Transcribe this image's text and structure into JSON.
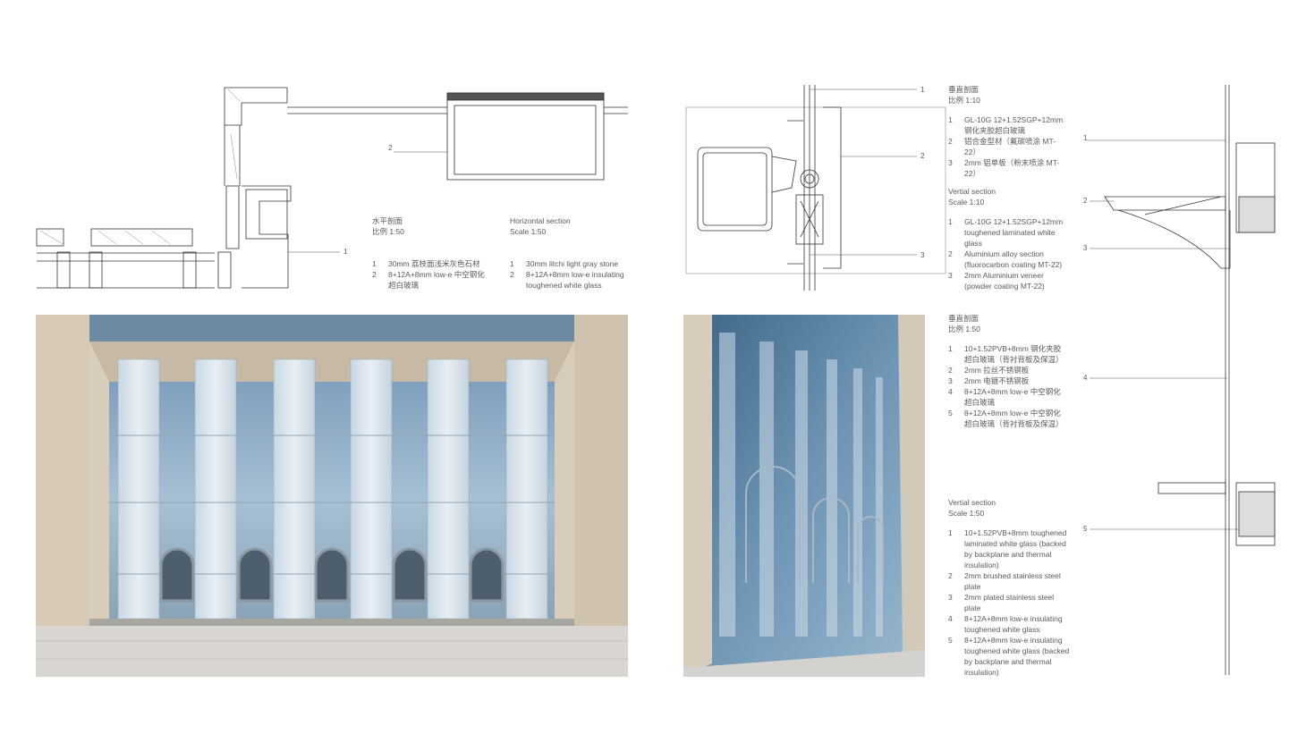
{
  "horizontal": {
    "cn_title": "水平剖面",
    "cn_scale": "比例 1:50",
    "en_title": "Horizontal section",
    "en_scale": "Scale 1:50",
    "cn_items": [
      {
        "n": "1",
        "t": "30mm 荔枝面浅米灰色石材"
      },
      {
        "n": "2",
        "t": "8+12A+8mm low-e 中空钢化\n超白玻璃"
      }
    ],
    "en_items": [
      {
        "n": "1",
        "t": "30mm litchi light gray stone"
      },
      {
        "n": "2",
        "t": "8+12A+8mm low-e insulating\ntoughened white glass"
      }
    ],
    "callouts": [
      "2",
      "1"
    ]
  },
  "vertical_small": {
    "cn_title": "垂直剖面",
    "cn_scale": "比例 1:10",
    "cn_items": [
      {
        "n": "1",
        "t": "GL-10G 12+1.52SGP+12mm\n钢化夹胶超白玻璃"
      },
      {
        "n": "2",
        "t": "铝合金型材（氟碳喷涂 MT-\n22）"
      },
      {
        "n": "3",
        "t": "2mm 铝单板（粉末喷涂 MT-\n22）"
      }
    ],
    "en_title": "Vertial section",
    "en_scale": "Scale 1:10",
    "en_items": [
      {
        "n": "1",
        "t": "GL-10G 12+1.52SGP+12mm\ntoughened laminated white\nglass"
      },
      {
        "n": "2",
        "t": "Aluminium alloy section\n(fluorocarbon coating MT-22)"
      },
      {
        "n": "3",
        "t": "2mm Aluminium veneer\n(powder coating MT-22)"
      }
    ],
    "callouts": [
      "1",
      "2",
      "3"
    ]
  },
  "vertical_large": {
    "cn_title": "垂直剖面",
    "cn_scale": "比例 1:50",
    "cn_items": [
      {
        "n": "1",
        "t": "10+1.52PVB+8mm 钢化夹胶\n超白玻璃（背衬背板及保温）"
      },
      {
        "n": "2",
        "t": "2mm 拉丝不锈钢板"
      },
      {
        "n": "3",
        "t": "2mm 电镀不锈钢板"
      },
      {
        "n": "4",
        "t": "8+12A+8mm low-e 中空钢化\n超白玻璃"
      },
      {
        "n": "5",
        "t": "8+12A+8mm low-e 中空钢化\n超白玻璃（背衬背板及保温）"
      }
    ],
    "en_title": "Vertial section",
    "en_scale": "Scale 1:50",
    "en_items": [
      {
        "n": "1",
        "t": "10+1.52PVB+8mm toughened\nlaminated white glass (backed\nby backplane and thermal\ninsulation)"
      },
      {
        "n": "2",
        "t": "2mm brushed stainless steel\nplate"
      },
      {
        "n": "3",
        "t": "2mm plated stainless steel\nplate"
      },
      {
        "n": "4",
        "t": "8+12A+8mm low-e insulating\ntoughened white glass"
      },
      {
        "n": "5",
        "t": "8+12A+8mm low-e insulating\ntoughened white glass (backed\nby backplane and thermal\ninsulation)"
      }
    ],
    "callouts": [
      "1",
      "2",
      "3",
      "4",
      "5"
    ]
  },
  "colors": {
    "stone": "#d8cdbb",
    "glass_dark": "#4a6f8f",
    "glass_light": "#b9cfdf",
    "pavement": "#d9d6d2"
  }
}
